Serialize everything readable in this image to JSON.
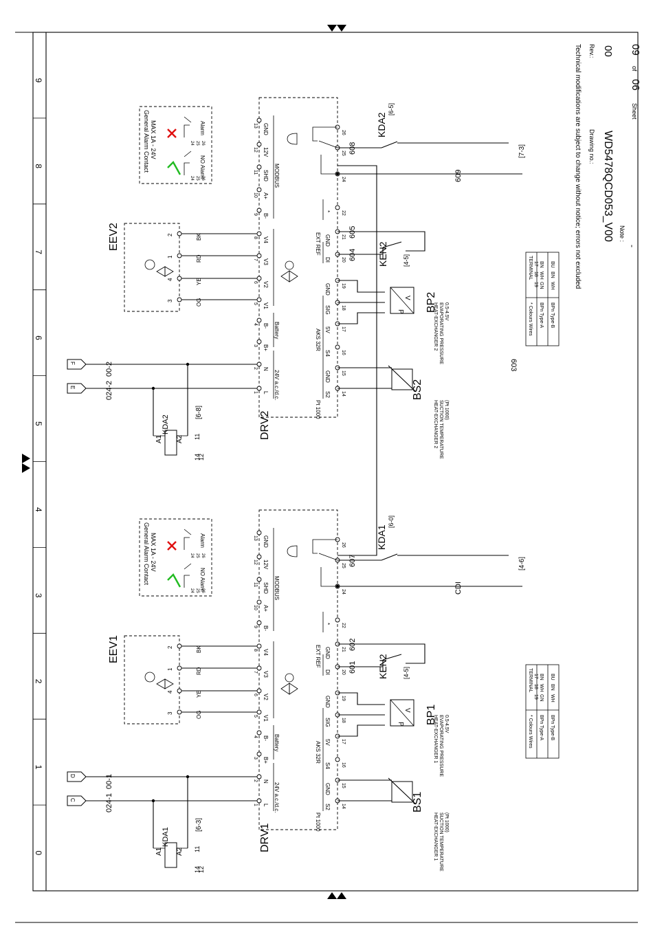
{
  "grid": {
    "columns": [
      "0",
      "1",
      "2",
      "3",
      "4",
      "5",
      "6",
      "7",
      "8",
      "9"
    ]
  },
  "title_block": {
    "disclaimer": "Technical modifications are subject to change without notice; errors not excluded",
    "rev_label": "Rev.:",
    "rev_value": "00",
    "drawing_label": "Drawing no.:",
    "drawing_value": "WD5478QCD053_V00",
    "note_label": "Note :",
    "note_value": "-",
    "sheet_label": "Sheet",
    "sheet_value": "06",
    "of_label": "of",
    "total_value": "09"
  },
  "circuits": [
    {
      "drv": "DRV1",
      "eev": "EEV1",
      "kda": "KDA1",
      "kda_contact_ref": "[6-3]",
      "kda_aux_ref": "[6-0]",
      "ken": "KEN2",
      "ken_ref": "[4-5]",
      "bp": "BP1",
      "bp_desc": [
        "HEAT-EXCHANGER 1",
        "EVAPORATING PRESSURE",
        "0.5-4.5V"
      ],
      "bs": "BS1",
      "bs_desc": [
        "HEAT-EXCHANGER 1",
        "SUCTION TEMPERATURE",
        "(Pt 1000)"
      ],
      "pot_l": "C",
      "pot_n": "D",
      "wire_l": "024-1",
      "wire_n": "00-1",
      "wire_di": "601",
      "wire_gnd": "602",
      "wire_25": "607",
      "wire_cdi": "CDI",
      "wire_ref": "[4-6]"
    },
    {
      "drv": "DRV2",
      "eev": "EEV2",
      "kda": "KDA2",
      "kda_contact_ref": "[6-8]",
      "kda_aux_ref": "[6-5]",
      "ken": "KEN2",
      "ken_ref": "[4-5]",
      "bp": "BP2",
      "bp_desc": [
        "HEAT-EXCHANGER 2",
        "EVAPORATING PRESSURE",
        "0.5-4.5V"
      ],
      "bs": "BS2",
      "bs_desc": [
        "HEAT-EXCHANGER 2",
        "SUCTION TEMPERATURE",
        "(Pt 1000)"
      ],
      "pot_l": "E",
      "pot_n": "F",
      "wire_l": "024-2",
      "wire_n": "00-2",
      "wire_di": "604",
      "wire_gnd": "605",
      "wire_25": "608",
      "wire_cdi": "609",
      "wire_ref": "[7-3]"
    }
  ],
  "link_wire": "603",
  "drv_labels": {
    "power": "24V a.c./d.c.",
    "battery": "Battery",
    "modbus": "MODBUS",
    "pt1000": "Pt 1000",
    "aks": "AKS 32R",
    "extref": "EXT REF",
    "pins": {
      "1": "L",
      "2": "N",
      "3": "B+",
      "4": "B-",
      "5": "V1",
      "6": "V2",
      "7": "V3",
      "8": "V4",
      "9": "B-",
      "10": "A+",
      "11": "SHD",
      "12": "12V",
      "13": "GND",
      "14": "S2",
      "15": "GND",
      "16": "S4",
      "17": "5V",
      "18": "SIG",
      "19": "GND",
      "20": "DI",
      "21": "GND",
      "22": "*",
      "24": "24",
      "25": "25",
      "26": "26"
    },
    "pin_numbers_top": [
      "1",
      "2",
      "3",
      "4",
      "5",
      "6",
      "7",
      "8",
      "9",
      "10",
      "11",
      "12",
      "13"
    ],
    "pin_numbers_bottom": [
      "14",
      "15",
      "16",
      "17",
      "18",
      "19",
      "20",
      "21",
      "22",
      "24",
      "25",
      "26"
    ]
  },
  "eev_wires": [
    {
      "color": "OG",
      "num": "3"
    },
    {
      "color": "YE",
      "num": "4"
    },
    {
      "color": "RD",
      "num": "1"
    },
    {
      "color": "BK",
      "num": "2"
    }
  ],
  "alarm_box": {
    "title_1": "General Alarm Contact",
    "title_2": "MAX 1A - 24V",
    "no_alarm": "NO Alarm",
    "alarm": "Alarm",
    "pins": [
      "24",
      "25",
      "26"
    ],
    "ok_color": "#22bb22",
    "alarm_color": "#e01010"
  },
  "colours_table": {
    "title": "* Colours Wires",
    "terminal": "TERMINAL",
    "terminals": [
      "17",
      "18",
      "19"
    ],
    "rows": [
      {
        "type": "BPn Type-A",
        "vals": [
          "BN",
          "WH",
          "GN"
        ]
      },
      {
        "type": "BPn Type-B",
        "vals": [
          "BU",
          "BN",
          "WH"
        ]
      }
    ]
  },
  "contact_labels": {
    "a1": "A1",
    "a2": "A2",
    "c11": "11",
    "c12": "12",
    "c14": "14"
  },
  "sensor_labels": {
    "p": "P",
    "v": "V"
  }
}
